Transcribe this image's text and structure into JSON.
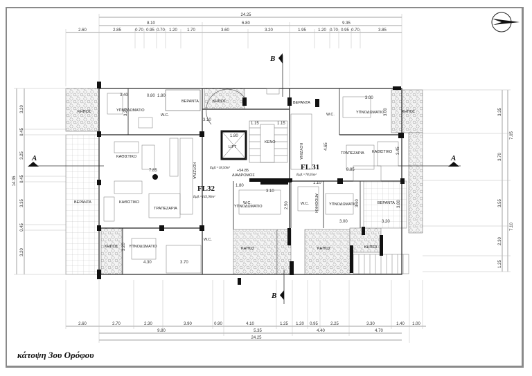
{
  "drawing": {
    "title": "κάτοψη 3ου Ορόφου",
    "north_arrow": "north-arrow-icon"
  },
  "dimensions": {
    "top_total": "24.25",
    "top_mid": [
      "8.10",
      "6.80",
      "9.35"
    ],
    "top_detail": [
      "2.60",
      "2.85",
      "0.70",
      "0.95",
      "0.70",
      "1.20",
      "1.70",
      "3.60",
      "3.20",
      "1.95",
      "1.20",
      "0.70",
      "0.95",
      "0.70",
      "3.85"
    ],
    "bottom_detail": [
      "2.60",
      "2.70",
      "2.30",
      "3.90",
      "0.90",
      "4.10",
      "1.25",
      "1.20",
      "0.95",
      "2.25",
      "3.30",
      "1.40",
      "1.00"
    ],
    "bottom_mid": [
      "9.80",
      "5.35",
      "4.40",
      "4.70"
    ],
    "bottom_total": "24.25",
    "left_detail": [
      "3.20",
      "0.45",
      "3.25",
      "0.45",
      "3.35",
      "0.45",
      "3.20"
    ],
    "left_total": "14.35",
    "right_detail": [
      "3.35",
      "3.70",
      "3.55",
      "2.30",
      "1.25"
    ],
    "right_mid": [
      "7.05",
      "7.10"
    ]
  },
  "sections": {
    "a_label": "A",
    "b_label": "B"
  },
  "apartments": {
    "fl32": {
      "label": "FL32",
      "area": "Εμβ.=143,90m²",
      "stair_area": "Εμβ.=18,50m²"
    },
    "fl31": {
      "label": "FL 31",
      "area": "Εμβ.=78,05m²"
    }
  },
  "rooms": {
    "garden": "ΚΗΠΟΣ",
    "bedroom": "ΥΠΝΟΔΩΜΑΤΙΟ",
    "wc": "W.C.",
    "veranda": "ΒΕΡΑΝΤΑ",
    "living": "ΚΑΘΙΣΤΙΚΟ",
    "kitchen": "ΚΟΥΖΙΝΑ",
    "dining": "ΤΡΑΠΕΖΑΡΙΑ",
    "lift": "LIFT",
    "void": "ΚΕΝΟ",
    "corridor": "ΔΙΑΔΡΟΜΟΣ",
    "level": "+54.85",
    "storage": "ΑΠΟΘΗΚΗ"
  },
  "room_dims": {
    "bed_tl_w": "3.40",
    "bed_tl_h": "3.20",
    "wc_tl_a": "0.80",
    "wc_tl_b": "1.80",
    "living_w": "7.85",
    "stair_w": "3.10",
    "lift_w": "1.80",
    "stair_side": "1.15",
    "bed_tr_w": "3.00",
    "bed_tr_h": "3.00",
    "kitchen_h": "4.65",
    "living_r_w": "8.85",
    "living_r_h": "3.45",
    "bed_bl_w": "4.30",
    "bed_bl_h": "3.20",
    "bed_bc_w": "3.10",
    "bed_bc_h": "2.50",
    "bed_br_w": "3.00",
    "bed_br_h": "3.10",
    "veranda_r_w": "3.20",
    "veranda_r_h": "3.80",
    "wc_bc": "1.80",
    "wc_br": "1.10",
    "bl_strip": "3.70"
  }
}
